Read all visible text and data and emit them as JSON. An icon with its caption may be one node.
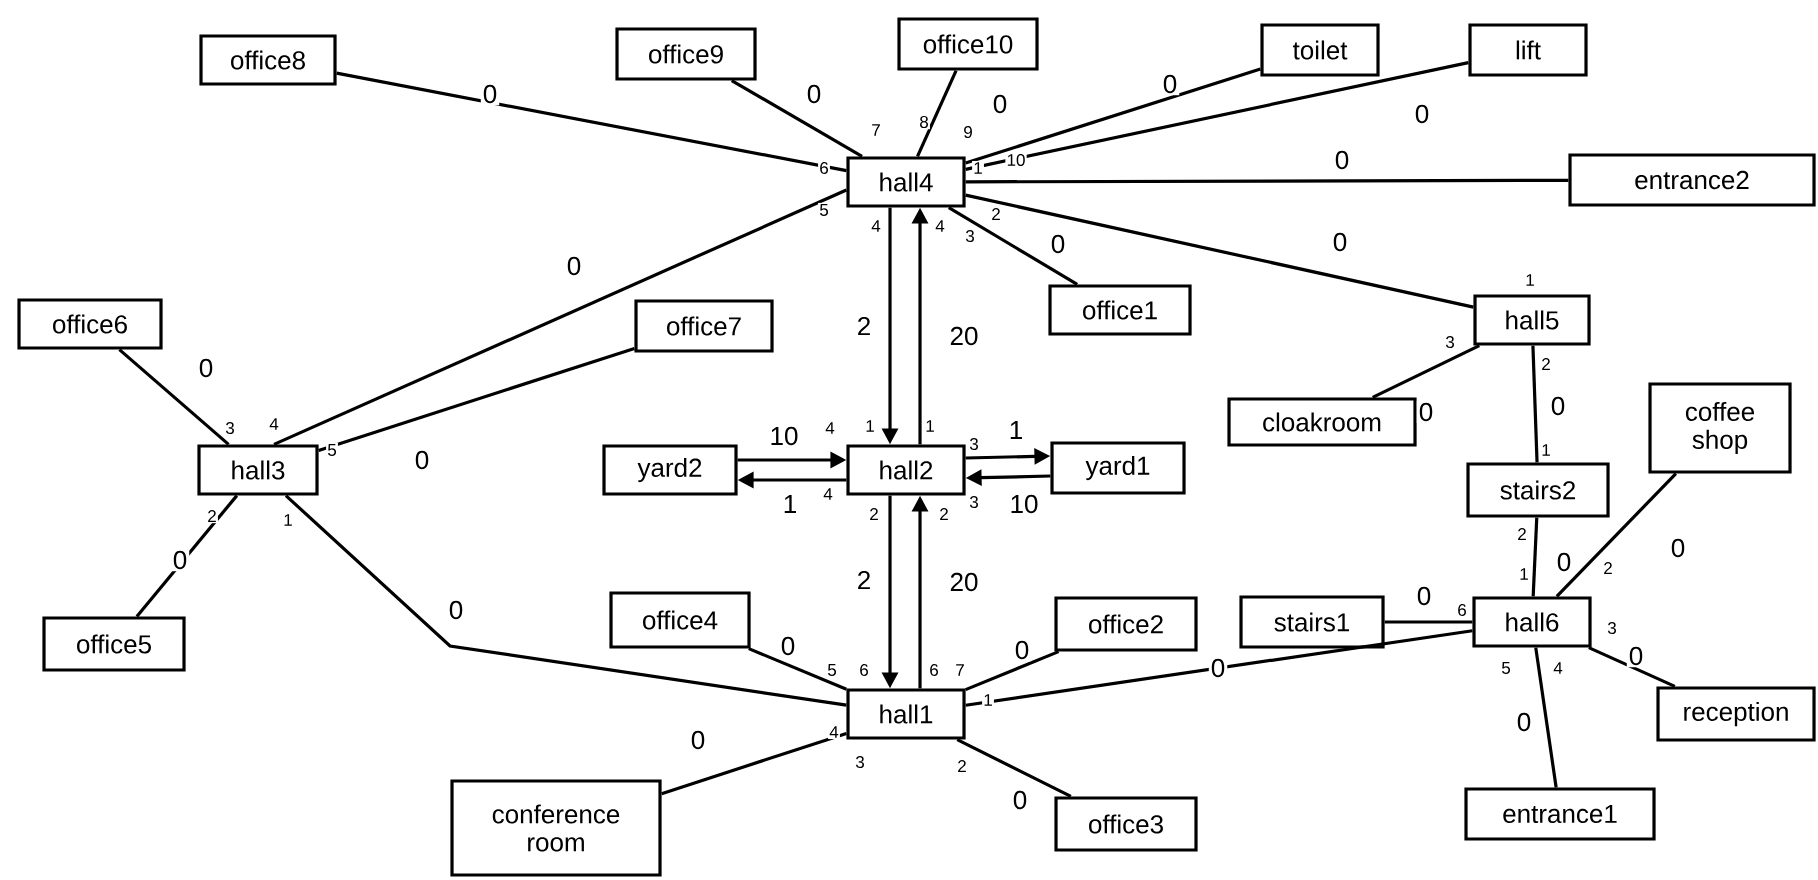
{
  "diagram": {
    "nodes": [
      {
        "text": [
          "office8"
        ]
      },
      {
        "text": [
          "office9"
        ]
      },
      {
        "text": [
          "office10"
        ]
      },
      {
        "text": [
          "toilet"
        ]
      },
      {
        "text": [
          "lift"
        ]
      },
      {
        "text": [
          "hall4"
        ]
      },
      {
        "text": [
          "entrance2"
        ]
      },
      {
        "text": [
          "office1"
        ]
      },
      {
        "text": [
          "hall5"
        ]
      },
      {
        "text": [
          "office6"
        ]
      },
      {
        "text": [
          "office7"
        ]
      },
      {
        "text": [
          "hall3"
        ]
      },
      {
        "text": [
          "cloakroom"
        ]
      },
      {
        "text": [
          "coffee shop"
        ]
      },
      {
        "text": [
          "yard2"
        ]
      },
      {
        "text": [
          "hall2"
        ]
      },
      {
        "text": [
          "yard1"
        ]
      },
      {
        "text": [
          "stairs2"
        ]
      },
      {
        "text": [
          "office5"
        ]
      },
      {
        "text": [
          "stairs1"
        ]
      },
      {
        "text": [
          "hall6"
        ]
      },
      {
        "text": [
          "office4"
        ]
      },
      {
        "text": [
          "office2"
        ]
      },
      {
        "text": [
          "hall1"
        ]
      },
      {
        "text": [
          "reception"
        ]
      },
      {
        "text": [
          "conference room"
        ]
      },
      {
        "text": [
          "office3"
        ]
      },
      {
        "text": [
          "entrance1"
        ]
      }
    ],
    "edges": [
      {
        "from": 5,
        "to": 0,
        "arrow": "none",
        "label": "0"
      },
      {
        "from": 5,
        "to": 1,
        "arrow": "none",
        "label": "0"
      },
      {
        "from": 5,
        "to": 2,
        "arrow": "none",
        "label": "0"
      },
      {
        "from": 5,
        "to": 3,
        "arrow": "none",
        "label": "0"
      },
      {
        "from": 5,
        "to": 4,
        "arrow": "none",
        "label": "0"
      },
      {
        "from": 5,
        "to": 6,
        "arrow": "none",
        "label": "0"
      },
      {
        "from": 5,
        "to": 7,
        "arrow": "none",
        "label": "0"
      },
      {
        "from": 5,
        "to": 8,
        "arrow": "none",
        "label": "0"
      },
      {
        "from": 5,
        "to": 11,
        "arrow": "none",
        "label": "0"
      },
      {
        "from": 5,
        "to": 15,
        "arrow": "to",
        "label": "2"
      },
      {
        "from": 15,
        "to": 5,
        "arrow": "to",
        "label": "20"
      },
      {
        "from": 11,
        "to": 9,
        "arrow": "none",
        "label": "0"
      },
      {
        "from": 11,
        "to": 10,
        "arrow": "none",
        "label": "0"
      },
      {
        "from": 11,
        "to": 18,
        "arrow": "none",
        "label": "0"
      },
      {
        "from": 11,
        "to": 23,
        "arrow": "none",
        "label": "0"
      },
      {
        "from": 14,
        "to": 15,
        "arrow": "to",
        "label": "10"
      },
      {
        "from": 15,
        "to": 14,
        "arrow": "to",
        "label": "1"
      },
      {
        "from": 15,
        "to": 16,
        "arrow": "to",
        "label": "1"
      },
      {
        "from": 16,
        "to": 15,
        "arrow": "to",
        "label": "10"
      },
      {
        "from": 15,
        "to": 23,
        "arrow": "to",
        "label": "2"
      },
      {
        "from": 23,
        "to": 15,
        "arrow": "to",
        "label": "20"
      },
      {
        "from": 8,
        "to": 12,
        "arrow": "none",
        "label": "0"
      },
      {
        "from": 8,
        "to": 17,
        "arrow": "none",
        "label": "0"
      },
      {
        "from": 17,
        "to": 20,
        "arrow": "none",
        "label": "0"
      },
      {
        "from": 20,
        "to": 19,
        "arrow": "none",
        "label": "0"
      },
      {
        "from": 20,
        "to": 13,
        "arrow": "none",
        "label": "0"
      },
      {
        "from": 20,
        "to": 24,
        "arrow": "none",
        "label": "0"
      },
      {
        "from": 20,
        "to": 27,
        "arrow": "none",
        "label": "0"
      },
      {
        "from": 20,
        "to": 23,
        "arrow": "none",
        "label": "0"
      },
      {
        "from": 23,
        "to": 21,
        "arrow": "none",
        "label": "0"
      },
      {
        "from": 23,
        "to": 22,
        "arrow": "none",
        "label": "0"
      },
      {
        "from": 23,
        "to": 25,
        "arrow": "none",
        "label": "0"
      },
      {
        "from": 23,
        "to": 26,
        "arrow": "none",
        "label": "0"
      }
    ],
    "labels": [
      "7",
      "8",
      "9",
      "6",
      "1",
      "10",
      "5",
      "2",
      "4",
      "4",
      "3",
      "1",
      "3",
      "2",
      "3",
      "4",
      "4",
      "1",
      "1",
      "5",
      "3",
      "1",
      "4",
      "3",
      "2",
      "1",
      "2",
      "2",
      "2",
      "1",
      "2",
      "6",
      "3",
      "5",
      "6",
      "6",
      "7",
      "5",
      "4",
      "1",
      "4",
      "3",
      "2"
    ]
  }
}
